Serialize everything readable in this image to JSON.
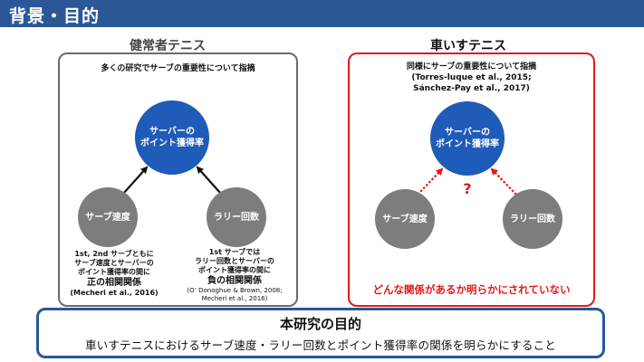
{
  "header": {
    "title": "背景・目的"
  },
  "left_panel": {
    "heading": "健常者テニス",
    "caption": "多くの研究でサーブの重要性について指摘",
    "target": {
      "line1": "サーバーの",
      "line2": "ポイント獲得率"
    },
    "serve_label": "サーブ速度",
    "rally_label": "ラリー回数",
    "serve_note": {
      "line1": "1st, 2nd サーブともに",
      "line2": "サーブ速度とサーバーの",
      "line3": "ポイント獲得率の間に",
      "relation": "正の相関関係",
      "citation": "(Mecheri et al., 2016)"
    },
    "rally_note": {
      "line1": "1st サーブでは",
      "line2": "ラリー回数とサーバーの",
      "line3": "ポイント獲得率の間に",
      "relation": "負の相関関係",
      "citation1": "(O’ Donoghue & Brown, 2008;",
      "citation2": "Mecheri et al., 2016)"
    }
  },
  "right_panel": {
    "heading": "車いすテニス",
    "caption": "同様にサーブの重要性について指摘",
    "citation1": "(Torres-luque et al., 2015;",
    "citation2": "Sánchez-Pay et al., 2017)",
    "target": {
      "line1": "サーバーの",
      "line2": "ポイント獲得率"
    },
    "serve_label": "サーブ速度",
    "rally_label": "ラリー回数",
    "question": "?",
    "statement": "どんな関係があるか明らかにされていない"
  },
  "purpose": {
    "title": "本研究の目的",
    "body": "車いすテニスにおけるサーブ速度・ラリー回数とポイント獲得率の関係を明らかにすること"
  },
  "colors": {
    "header_bg": "#2b5797",
    "target_circle": "#1f5bb8",
    "factor_circle": "#7d7d7d",
    "accent_red": "#e01a1a"
  }
}
